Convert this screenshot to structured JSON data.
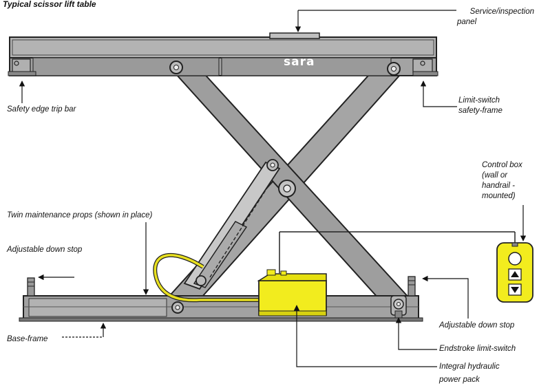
{
  "title": "Typical scissor lift table",
  "brand": "sara",
  "labels": {
    "service_panel_1": "Service/inspection",
    "service_panel_2": "panel",
    "safety_edge": "Safety edge trip bar",
    "limit_switch_1": "Limit-switch",
    "limit_switch_2": "safety-frame",
    "control_box_1": "Control box",
    "control_box_2": "(wall or",
    "control_box_3": "handrail -",
    "control_box_4": "mounted)",
    "twin_props": "Twin maintenance props (shown in place)",
    "down_stop_left": "Adjustable down stop",
    "down_stop_right": "Adjustable down stop",
    "base_frame": "Base-frame",
    "endstroke": "Endstroke limit-switch",
    "power_pack_1": "Integral hydraulic",
    "power_pack_2": "power pack"
  },
  "colors": {
    "steel": "#a8a8a8",
    "steel_dark": "#8a8a8a",
    "outline": "#222222",
    "power_pack": "#f2ec1e",
    "hose": "#e8e020"
  }
}
